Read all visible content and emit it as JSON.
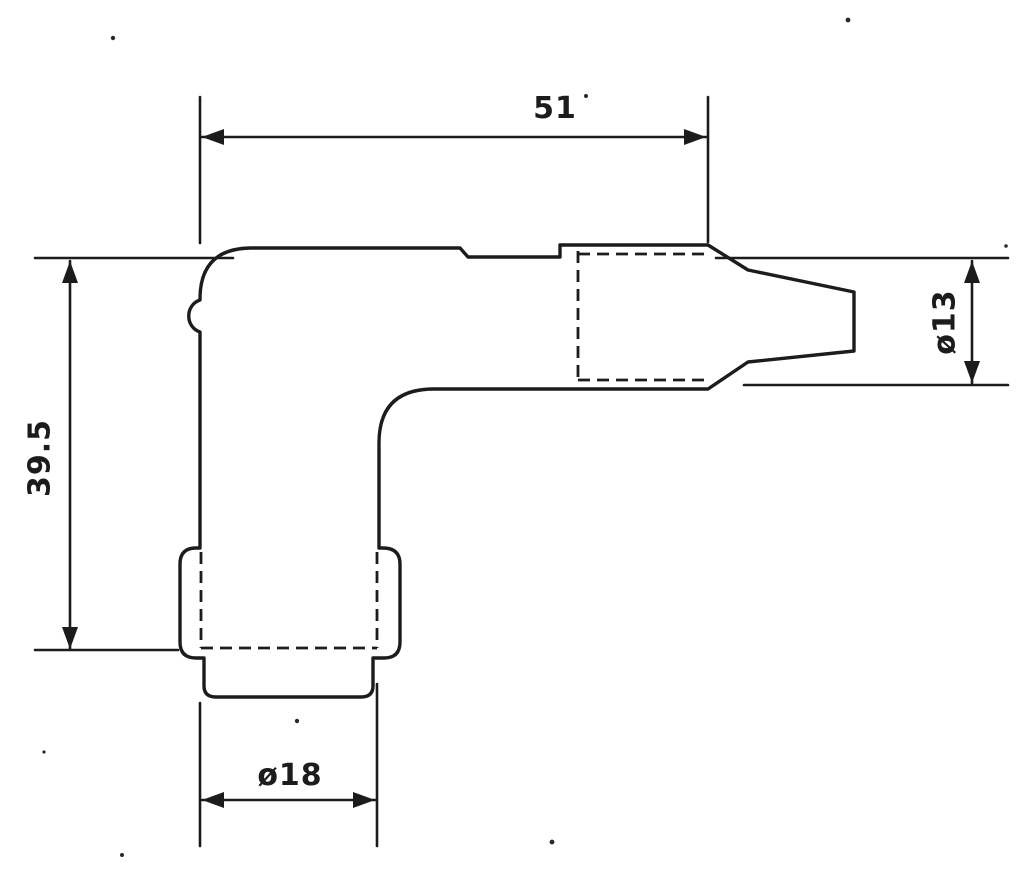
{
  "diagram": {
    "type": "technical-drawing",
    "subject": "spark-plug-cap-elbow-90deg",
    "background_color": "#ffffff",
    "ink_color": "#1c1c1c",
    "dimensions": {
      "top_width": {
        "label": "51"
      },
      "left_height": {
        "label": "39.5"
      },
      "right_diameter": {
        "label": "ø13"
      },
      "bottom_diameter": {
        "label": "ø18"
      }
    }
  }
}
